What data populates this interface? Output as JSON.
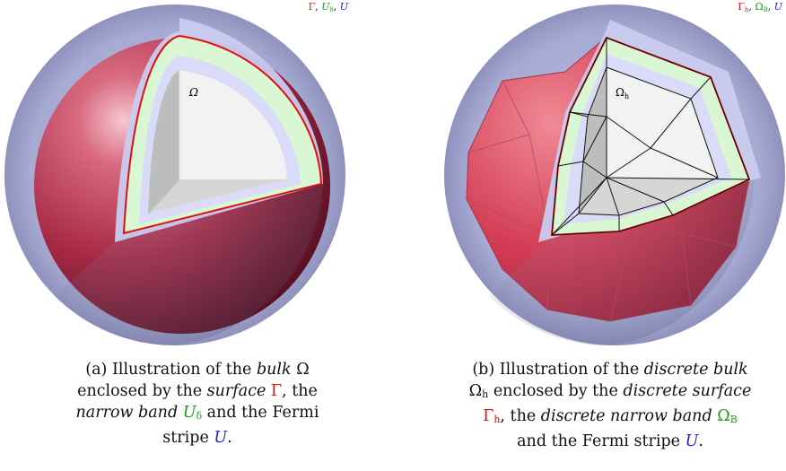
{
  "figure_a": {
    "legend": {
      "gamma": "Γ",
      "u": "U",
      "u_sub": "δ",
      "sep": ", "
    },
    "bulk_label": "Ω",
    "caption": {
      "t1": "(a) Illustration of the ",
      "t2": "bulk",
      "t3": " Ω",
      "t4": "enclosed by the ",
      "t5": "surface",
      "t6": " Γ",
      "t7": ", the",
      "t8": "narrow band",
      "t9": " U",
      "t9_sub": "δ",
      "t10": " and the Fermi",
      "t11": "stripe ",
      "t12": "U",
      "t13": "."
    }
  },
  "figure_b": {
    "legend": {
      "gamma": "Γ",
      "gamma_sub": "h",
      "omega": "Ω",
      "omega_sub": "B",
      "u": "U",
      "sep": ", "
    },
    "bulk_label": "Ω",
    "bulk_sub": "h",
    "caption": {
      "t1": "(b) Illustration of the ",
      "t2": "discrete bulk",
      "t3": "Ω",
      "t3_sub": "h",
      "t4": " enclosed by the ",
      "t5": "discrete surface",
      "t6": "Γ",
      "t6_sub": "h",
      "t7": ", the ",
      "t8": "discrete narrow band",
      "t9": " Ω",
      "t9_sub": "B",
      "t10": "and the Fermi stripe ",
      "t11": "U",
      "t12": "."
    }
  },
  "colors": {
    "surface": "#e01010",
    "narrow_band": "#1a9a1a",
    "fermi_stripe": "#2020d0",
    "sphere": "#c0405a",
    "halo": "#a9acd0"
  }
}
